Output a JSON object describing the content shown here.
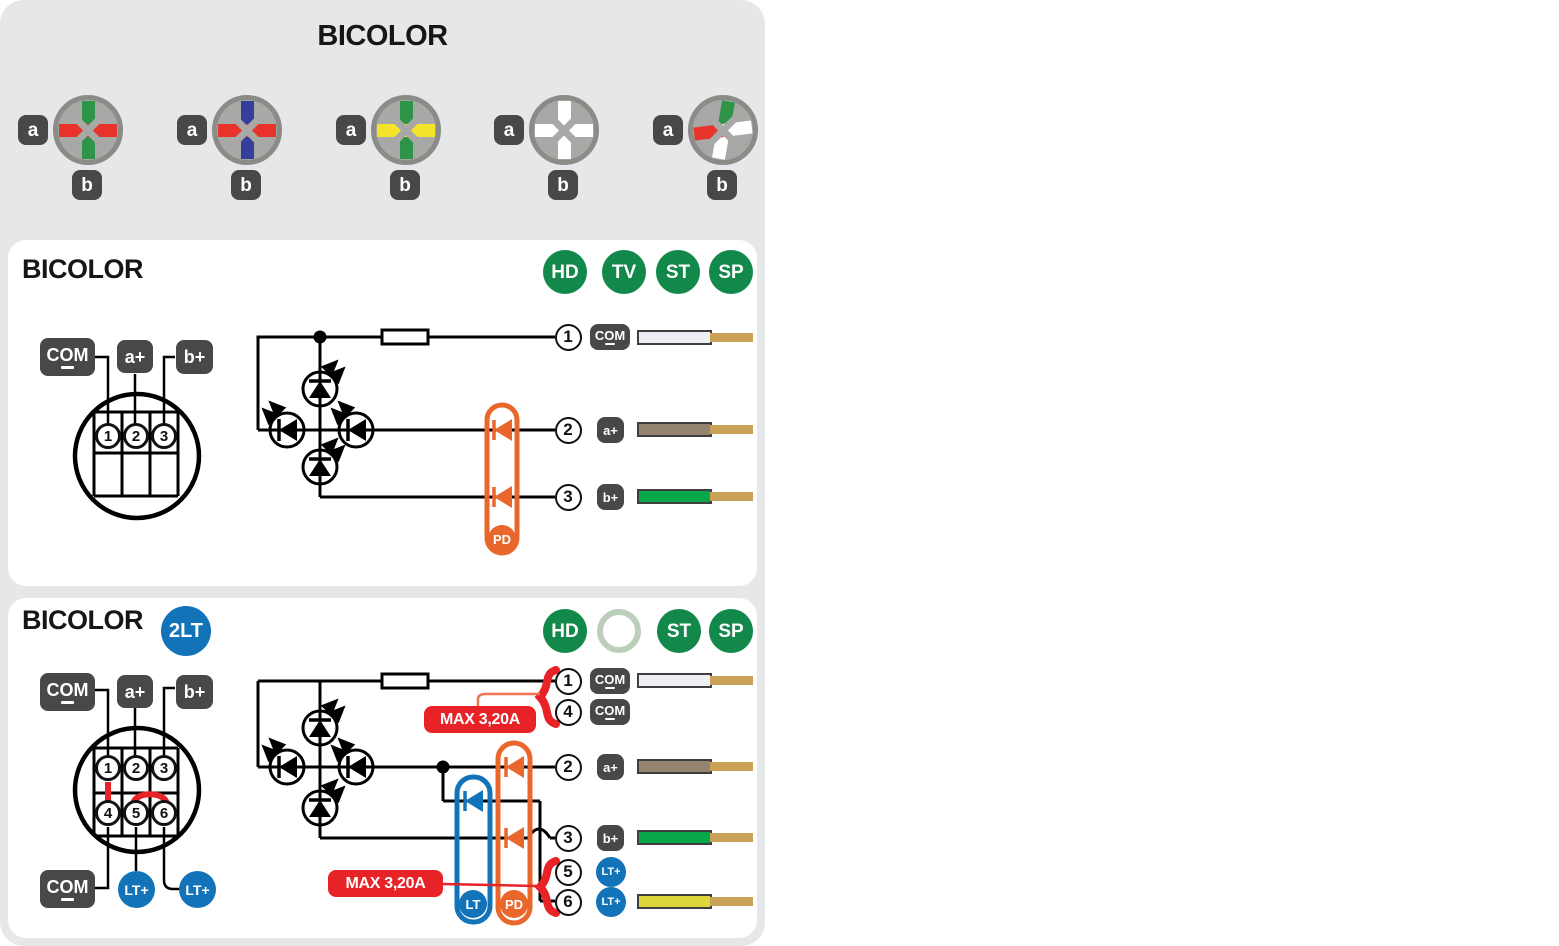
{
  "panel_top": {
    "title": "BICOLOR",
    "icons": [
      {
        "label_a": "a",
        "label_b": "b",
        "v_top": "#2e9447",
        "v_bottom": "#2e9447",
        "h_left": "#e8332b",
        "h_right": "#e8332b"
      },
      {
        "label_a": "a",
        "label_b": "b",
        "v_top": "#333f9b",
        "v_bottom": "#333f9b",
        "h_left": "#e8332b",
        "h_right": "#e8332b"
      },
      {
        "label_a": "a",
        "label_b": "b",
        "v_top": "#2e9447",
        "v_bottom": "#2e9447",
        "h_left": "#f3e32b",
        "h_right": "#f3e32b"
      },
      {
        "label_a": "a",
        "label_b": "b",
        "v_top": "#ffffff",
        "v_bottom": "#ffffff",
        "h_left": "#ffffff",
        "h_right": "#ffffff"
      },
      {
        "label_a": "a",
        "label_b": "b",
        "v_top": "#2e9447",
        "v_bottom": "#ffffff",
        "h_left": "#e8332b",
        "h_right": "#ffffff"
      }
    ]
  },
  "panel_mid": {
    "title": "BICOLOR",
    "certs": [
      "HD",
      "TV",
      "ST",
      "SP"
    ],
    "connector": {
      "com": "COM",
      "a_plus": "a+",
      "b_plus": "b+"
    },
    "pins": [
      "1",
      "2",
      "3"
    ],
    "pd": "PD",
    "outputs": [
      {
        "num": "1",
        "label": "COM"
      },
      {
        "num": "2",
        "label": "a+"
      },
      {
        "num": "3",
        "label": "b+"
      }
    ]
  },
  "panel_bot": {
    "title": "BICOLOR",
    "variant": "2LT",
    "certs": [
      "HD",
      "",
      "ST",
      "SP"
    ],
    "connector": {
      "com_top": "COM",
      "a_plus": "a+",
      "b_plus": "b+",
      "com_bottom": "COM",
      "lt_left": "LT+",
      "lt_right": "LT+"
    },
    "pins": [
      "1",
      "2",
      "3",
      "4",
      "5",
      "6"
    ],
    "pd": "PD",
    "lt": "LT",
    "max_top": "MAX 3,20A",
    "max_bottom": "MAX 3,20A",
    "outputs": [
      {
        "num": "1",
        "label": "COM"
      },
      {
        "num": "4",
        "label": "COM"
      },
      {
        "num": "2",
        "label": "a+"
      },
      {
        "num": "3",
        "label": "b+"
      },
      {
        "num": "5",
        "label": "LT+"
      },
      {
        "num": "6",
        "label": "LT+"
      }
    ]
  },
  "colors": {
    "green_badge": "#12894a",
    "blue": "#1273b8",
    "orange": "#e9672b",
    "red": "#e82328",
    "leader_red": "#ef7452",
    "dark_badge": "#48484a",
    "wire_white": "#edeff4",
    "wire_brown": "#94836f",
    "wire_green": "#0aa64a",
    "wire_yellow": "#dcd53b",
    "wire_tip": "#c9a257"
  }
}
